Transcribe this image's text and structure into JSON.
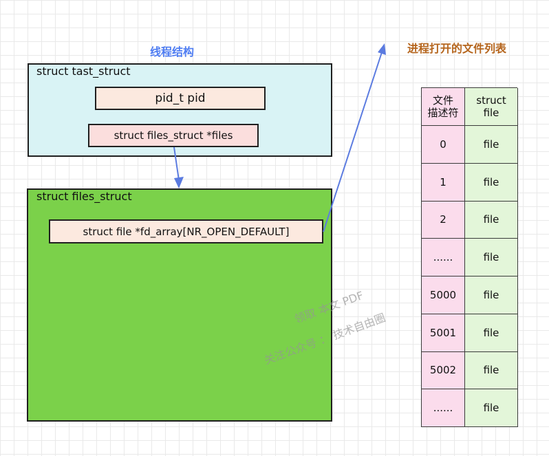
{
  "colors": {
    "task_box": "#d9f3f5",
    "files_box": "#7bd14a",
    "field": "#fce9df",
    "field_alt": "#fbdedd",
    "arrow": "#5b7be0",
    "heading_blue": "#4f7df2",
    "heading_brown": "#b5651d"
  },
  "thread_heading": "线程结构",
  "open_files_heading": "进程打开的文件列表",
  "task_struct": {
    "title": "struct tast_struct",
    "pid_field": "pid_t pid",
    "files_field": "struct files_struct *files"
  },
  "files_struct": {
    "title": "struct files_struct",
    "fd_array_field": "struct file *fd_array[NR_OPEN_DEFAULT]"
  },
  "fd_table": {
    "header_fd": "文件\n描述符",
    "header_file": "struct\nfile",
    "rows": [
      {
        "fd": "0",
        "file": "file"
      },
      {
        "fd": "1",
        "file": "file"
      },
      {
        "fd": "2",
        "file": "file"
      },
      {
        "fd": "......",
        "file": "file"
      },
      {
        "fd": "5000",
        "file": "file"
      },
      {
        "fd": "5001",
        "file": "file"
      },
      {
        "fd": "5002",
        "file": "file"
      },
      {
        "fd": "......",
        "file": "file"
      }
    ]
  },
  "watermark": {
    "line1": "领取 本文 PDF",
    "line2": "关注公众号 ：  技术自由圈"
  }
}
